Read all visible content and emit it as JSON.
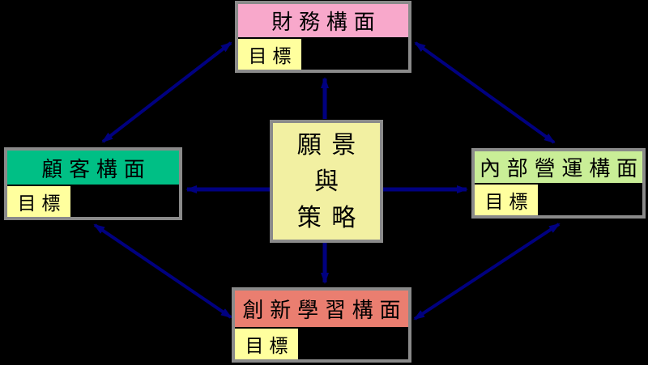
{
  "background_color": "#000000",
  "arrow_color": "#000080",
  "box_border_color": "#8A8A8A",
  "goal_cell_color": "#FFFF9E",
  "center_box": {
    "label": "願景與策略",
    "line1": "願景",
    "line2": "與",
    "line3": "策略",
    "bg_color": "#F2F0A2"
  },
  "perspectives": {
    "financial": {
      "position": "top",
      "title": "財務構面",
      "goal_label": "目標",
      "title_bg": "#F8A8CB"
    },
    "customer": {
      "position": "left",
      "title": "顧客構面",
      "goal_label": "目標",
      "title_bg": "#00BF85"
    },
    "internal_process": {
      "position": "right",
      "title": "內部營運構面",
      "goal_label": "目標",
      "title_bg": "#C9EE97"
    },
    "innovation_learning": {
      "position": "bottom",
      "title": "創新學習構面",
      "goal_label": "目標",
      "title_bg": "#EA7E70"
    }
  },
  "arrows": [
    {
      "from": "願景與策略",
      "to": "財務構面",
      "bidirectional": false
    },
    {
      "from": "願景與策略",
      "to": "顧客構面",
      "bidirectional": false
    },
    {
      "from": "願景與策略",
      "to": "內部營運構面",
      "bidirectional": false
    },
    {
      "from": "願景與策略",
      "to": "創新學習構面",
      "bidirectional": false
    },
    {
      "from": "顧客構面",
      "to": "財務構面",
      "bidirectional": true
    },
    {
      "from": "內部營運構面",
      "to": "財務構面",
      "bidirectional": true
    },
    {
      "from": "顧客構面",
      "to": "創新學習構面",
      "bidirectional": true
    },
    {
      "from": "內部營運構面",
      "to": "創新學習構面",
      "bidirectional": true
    }
  ]
}
